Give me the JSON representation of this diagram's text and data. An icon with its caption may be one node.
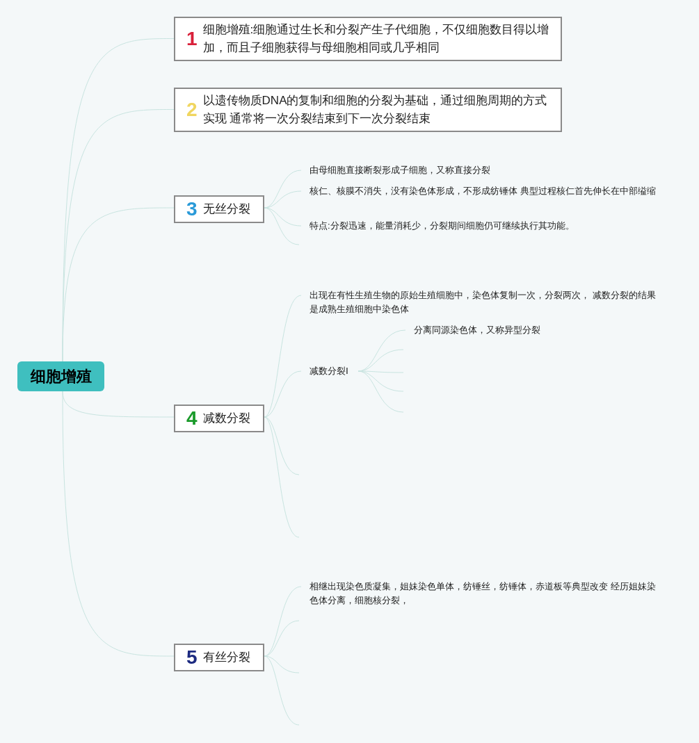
{
  "diagram": {
    "nodes": [
      {
        "text": [
          "细胞增殖"
        ]
      },
      {
        "text": [
          "1",
          "细胞增殖:细胞通过生长和分裂产生子代细胞，不仅细胞数目得以增加，而且子细胞获得与母细胞相同或几乎相同"
        ]
      },
      {
        "text": [
          "2",
          "以遗传物质DNA的复制和细胞的分裂为基础，通过细胞周期的方式实现 通常将一次分裂结束到下一次分裂结束"
        ]
      },
      {
        "text": [
          "3",
          "无丝分裂"
        ]
      },
      {
        "text": [
          "由母细胞直接断裂形成子细胞，又称直接分裂"
        ]
      },
      {
        "text": [
          "核仁、核膜不消失，没有染色体形成，不形成纺锤体 典型过程核仁首先伸长在中部缢缩"
        ]
      },
      {
        "text": [
          "特点:分裂迅速，能量消耗少，分裂期间细胞仍可继续执行其功能。"
        ]
      },
      {
        "text": [
          "4",
          "减数分裂"
        ]
      },
      {
        "text": [
          "出现在有性生殖生物的原始生殖细胞中，染色体复制一次，分裂两次， 减数分裂的结果是成熟生殖细胞中染色体"
        ]
      },
      {
        "text": [
          "减数分裂Ⅰ"
        ]
      },
      {
        "text": [
          "分离同源染色体，又称异型分裂"
        ]
      },
      {
        "text": [
          "5",
          "有丝分裂"
        ]
      },
      {
        "text": [
          "相继出现染色质凝集，姐妹染色单体，纺锤丝，纺锤体，赤道板等典型改变 经历姐妹染色体分离，细胞核分裂，"
        ]
      }
    ],
    "edges": [
      {
        "from": 0,
        "to": 1,
        "arrow": "none"
      },
      {
        "from": 0,
        "to": 2,
        "arrow": "none"
      },
      {
        "from": 0,
        "to": 3,
        "arrow": "none"
      },
      {
        "from": 0,
        "to": 7,
        "arrow": "none"
      },
      {
        "from": 0,
        "to": 11,
        "arrow": "none"
      },
      {
        "from": 3,
        "to": 4,
        "arrow": "none"
      },
      {
        "from": 3,
        "to": 5,
        "arrow": "none"
      },
      {
        "from": 3,
        "to": 6,
        "arrow": "none"
      },
      {
        "from": 3,
        "to": null,
        "arrow": "none"
      },
      {
        "from": 7,
        "to": 8,
        "arrow": "none"
      },
      {
        "from": 7,
        "to": 9,
        "arrow": "none"
      },
      {
        "from": 7,
        "to": null,
        "arrow": "none"
      },
      {
        "from": 7,
        "to": null,
        "arrow": "none"
      },
      {
        "from": 9,
        "to": 10,
        "arrow": "none"
      },
      {
        "from": 9,
        "to": null,
        "arrow": "none"
      },
      {
        "from": 9,
        "to": null,
        "arrow": "none"
      },
      {
        "from": 9,
        "to": null,
        "arrow": "none"
      },
      {
        "from": 9,
        "to": null,
        "arrow": "none"
      },
      {
        "from": 11,
        "to": 12,
        "arrow": "none"
      },
      {
        "from": 11,
        "to": null,
        "arrow": "none"
      },
      {
        "from": 11,
        "to": null,
        "arrow": "none"
      },
      {
        "from": 11,
        "to": null,
        "arrow": "none"
      }
    ]
  }
}
